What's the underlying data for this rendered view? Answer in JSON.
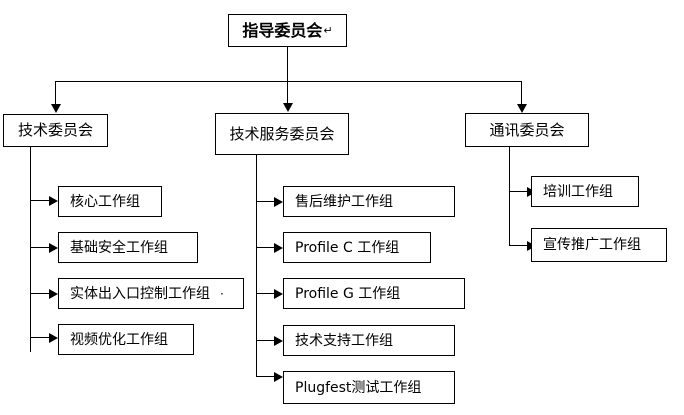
{
  "diagram": {
    "type": "organization-chart",
    "background_color": "#ffffff",
    "line_color": "#000000",
    "text_color": "#000000",
    "root": {
      "label": "指导委员会",
      "trailing_symbol": "↵"
    },
    "branches": [
      {
        "id": "technical-committee",
        "label": "技术委员会",
        "children": [
          {
            "label": "核心工作组"
          },
          {
            "label": "基础安全工作组"
          },
          {
            "label": "实体出入口控制工作组",
            "trailing_symbol": "·"
          },
          {
            "label": "视频优化工作组"
          }
        ]
      },
      {
        "id": "technical-service-committee",
        "label": "技术服务委员会",
        "children": [
          {
            "label": "售后维护工作组"
          },
          {
            "label": "Profile C 工作组"
          },
          {
            "label": "Profile G 工作组"
          },
          {
            "label": "技术支持工作组"
          },
          {
            "label": "Plugfest测试工作组"
          }
        ]
      },
      {
        "id": "communication-committee",
        "label": "通讯委员会",
        "children": [
          {
            "label": "培训工作组"
          },
          {
            "label": "宣传推广工作组"
          }
        ]
      }
    ]
  }
}
